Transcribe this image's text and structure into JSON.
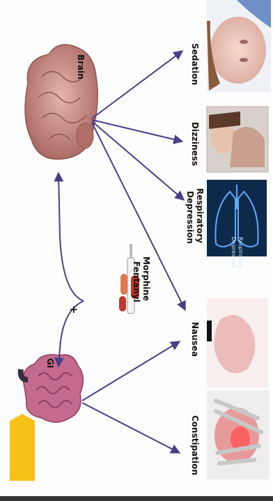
{
  "labels": {
    "brain": "Brain",
    "gi": "GI",
    "drug_line1": "Morphine",
    "drug_line2": "Fentanyl",
    "plus": "+",
    "effects": {
      "sedation": "Sedation",
      "dizziness": "Dizziness",
      "respiratory_line1": "Respiratory",
      "respiratory_line2": "Depression",
      "nausea": "Nausea",
      "constipation": "Constipation"
    },
    "lung_caption_line1": "Respiratory",
    "lung_caption_line2": "Depression"
  },
  "colors": {
    "arrow": "#4a3f86",
    "brain": "#c98a83",
    "gut": "#c46a8e",
    "pill_red": "#c0392b",
    "tab_yellow": "#f6c21a",
    "lung_bg": "#0e2a4a"
  },
  "icons": {
    "brain": "brain-illustration",
    "gut": "intestine-illustration",
    "drug": "pills-syringe-illustration"
  }
}
